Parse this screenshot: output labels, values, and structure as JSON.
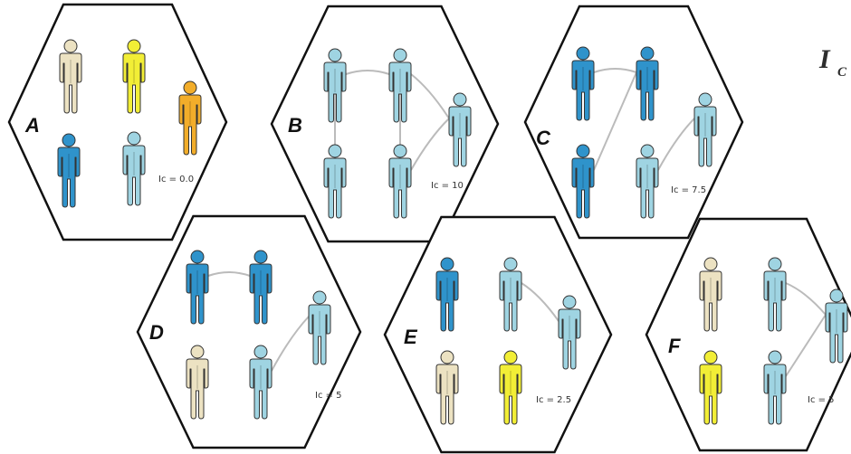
{
  "title": {
    "symbol": "I",
    "subscript": "C"
  },
  "colors": {
    "light_blue": "#9fd4e2",
    "dark_blue": "#2f93cb",
    "beige": "#ece2c2",
    "yellow": "#f2ee36",
    "orange": "#f2ad2a",
    "outline": "#333333",
    "link": "#bbbbbb",
    "hexagon_border": "#111111"
  },
  "icon": "person-icon",
  "panels": [
    {
      "letter": "A",
      "ic_label": "Ic  = 0.0",
      "people": [
        {
          "id": "a1",
          "color": "beige"
        },
        {
          "id": "a2",
          "color": "yellow"
        },
        {
          "id": "a3",
          "color": "orange"
        },
        {
          "id": "a4",
          "color": "dark_blue"
        },
        {
          "id": "a5",
          "color": "light_blue"
        }
      ],
      "links": []
    },
    {
      "letter": "B",
      "ic_label": "Ic = 10",
      "people": [
        {
          "id": "b1",
          "color": "light_blue"
        },
        {
          "id": "b2",
          "color": "light_blue"
        },
        {
          "id": "b3",
          "color": "light_blue"
        },
        {
          "id": "b4",
          "color": "light_blue"
        },
        {
          "id": "b5",
          "color": "light_blue"
        }
      ],
      "links": [
        [
          "b1",
          "b2"
        ],
        [
          "b2",
          "b3"
        ],
        [
          "b1",
          "b4"
        ],
        [
          "b2",
          "b5"
        ],
        [
          "b3",
          "b5"
        ]
      ]
    },
    {
      "letter": "C",
      "ic_label": "Ic = 7.5",
      "people": [
        {
          "id": "c1",
          "color": "dark_blue"
        },
        {
          "id": "c2",
          "color": "dark_blue"
        },
        {
          "id": "c3",
          "color": "light_blue"
        },
        {
          "id": "c4",
          "color": "dark_blue"
        },
        {
          "id": "c5",
          "color": "light_blue"
        }
      ],
      "links": [
        [
          "c1",
          "c2"
        ],
        [
          "c2",
          "c4"
        ],
        [
          "c5",
          "c3"
        ]
      ]
    },
    {
      "letter": "D",
      "ic_label": "Ic = 5",
      "people": [
        {
          "id": "d1",
          "color": "dark_blue"
        },
        {
          "id": "d2",
          "color": "dark_blue"
        },
        {
          "id": "d3",
          "color": "light_blue"
        },
        {
          "id": "d4",
          "color": "beige"
        },
        {
          "id": "d5",
          "color": "light_blue"
        }
      ],
      "links": [
        [
          "d1",
          "d2"
        ],
        [
          "d5",
          "d3"
        ]
      ]
    },
    {
      "letter": "E",
      "ic_label": "Ic = 2.5",
      "people": [
        {
          "id": "e1",
          "color": "dark_blue"
        },
        {
          "id": "e2",
          "color": "light_blue"
        },
        {
          "id": "e3",
          "color": "light_blue"
        },
        {
          "id": "e4",
          "color": "beige"
        },
        {
          "id": "e5",
          "color": "yellow"
        }
      ],
      "links": [
        [
          "e2",
          "e3"
        ]
      ]
    },
    {
      "letter": "F",
      "ic_label": "Ic = 5",
      "people": [
        {
          "id": "f1",
          "color": "beige"
        },
        {
          "id": "f2",
          "color": "light_blue"
        },
        {
          "id": "f3",
          "color": "light_blue"
        },
        {
          "id": "f4",
          "color": "yellow"
        },
        {
          "id": "f5",
          "color": "light_blue"
        }
      ],
      "links": [
        [
          "f2",
          "f3"
        ],
        [
          "f5",
          "f3"
        ]
      ]
    }
  ]
}
